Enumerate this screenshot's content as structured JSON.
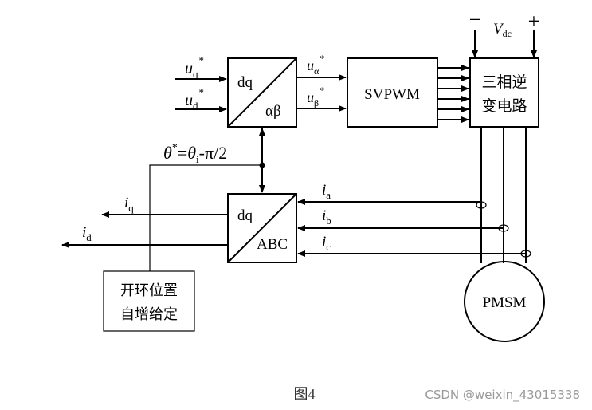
{
  "inputs": {
    "uq": {
      "sym": "u",
      "sub": "q",
      "sup": "*"
    },
    "ud": {
      "sym": "u",
      "sub": "d",
      "sup": "*"
    }
  },
  "park_inverse": {
    "top": "dq",
    "bottom": "αβ"
  },
  "outputs_alpha_beta": {
    "ua": {
      "sym": "u",
      "sub": "α",
      "sup": "*"
    },
    "ub": {
      "sym": "u",
      "sub": "β",
      "sup": "*"
    }
  },
  "svpwm": {
    "label": "SVPWM"
  },
  "inverter": {
    "line1": "三相逆",
    "line2": "变电路"
  },
  "dc_bus": {
    "minus": "−",
    "plus": "+",
    "sym": "V",
    "sub": "dc"
  },
  "theta": {
    "theta_star": "θ",
    "star": "*",
    "eq": "=",
    "theta_i": "θ",
    "sub_i": "i",
    "rest": "-π/2"
  },
  "park": {
    "top": "dq",
    "bottom": "ABC"
  },
  "currents": {
    "ia": {
      "sym": "i",
      "sub": "a"
    },
    "ib": {
      "sym": "i",
      "sub": "b"
    },
    "ic": {
      "sym": "i",
      "sub": "c"
    }
  },
  "feedback": {
    "iq": {
      "sym": "i",
      "sub": "q"
    },
    "id": {
      "sym": "i",
      "sub": "d"
    }
  },
  "open_loop": {
    "line1": "开环位置",
    "line2": "自增给定"
  },
  "motor": {
    "label": "PMSM"
  },
  "caption": "图4",
  "watermark": "CSDN @weixin_43015338"
}
